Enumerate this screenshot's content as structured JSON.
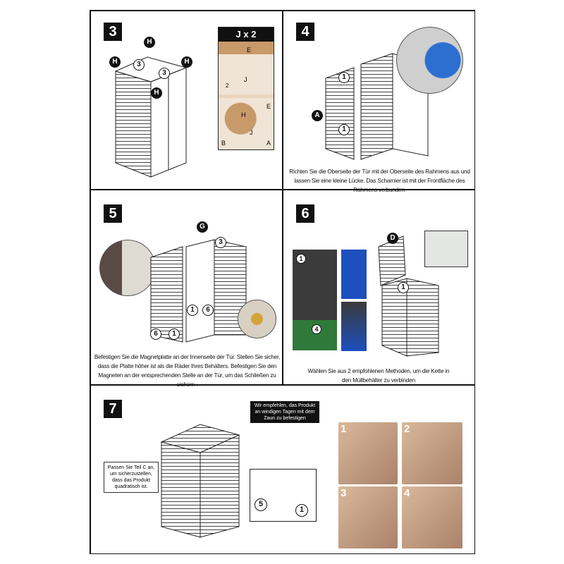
{
  "steps": [
    {
      "number": "3",
      "callout_title": "J x 2",
      "labels": [
        "E",
        "J",
        "2",
        "H",
        "E",
        "B",
        "J",
        "A"
      ],
      "markers": [
        "H",
        "H",
        "H",
        "H",
        "3",
        "3"
      ]
    },
    {
      "number": "4",
      "caption": "Richten Sie die Oberseite der Tür mit der Oberseite des Rahmens aus und lassen Sie eine kleine Lücke. Das Scharnier ist mit der Frontfläche des Rahmens verbunden.",
      "markers": [
        "A",
        "1",
        "1"
      ]
    },
    {
      "number": "5",
      "caption": "Befestigen Sie die Magnetplatte an der Innenseite der Tür. Stellen Sie sicher, dass die Platte höher ist als die Räder Ihres Behälters. Befestigen Sie den Magneten an der entsprechenden Stelle an der Tür, um das Schließen zu sichern .",
      "markers": [
        "G",
        "3",
        "1",
        "6",
        "6",
        "1"
      ]
    },
    {
      "number": "6",
      "caption": "Wählen Sie aus 2 empfohlenen Methoden, um die Kette in den Müllbehälter zu verbinden",
      "markers": [
        "D",
        "1",
        "1",
        "4"
      ]
    },
    {
      "number": "7",
      "note_black": "Wir empfehlen, das Produkt an windigen Tagen mit dem Zaun zu befestigen",
      "note_box": "Passen Sie Teil C an, um sicherzustellen, dass das Produkt quadratisch ist.",
      "markers": [
        "5",
        "1"
      ],
      "photos": [
        "1",
        "2",
        "3",
        "4"
      ]
    }
  ],
  "colors": {
    "ink": "#111111",
    "wood": "#c89a6a",
    "photo": "#b88f72"
  }
}
